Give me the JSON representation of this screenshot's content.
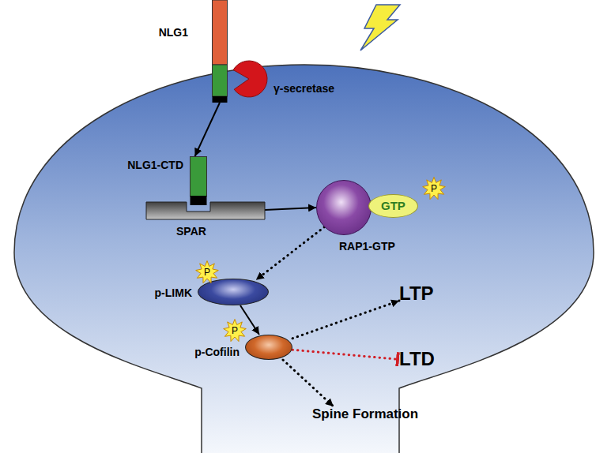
{
  "diagram": {
    "nodes": [
      {
        "text": [
          "NLG1"
        ]
      },
      {
        "text": [
          "γ-secretase"
        ]
      },
      {
        "text": [
          "NLG1-CTD"
        ]
      },
      {
        "text": [
          "SPAR"
        ]
      },
      {
        "text": [
          "RAP1-GTP"
        ]
      },
      {
        "text": [
          "GTP"
        ]
      },
      {
        "text": [
          "P"
        ]
      },
      {
        "text": [
          "P"
        ]
      },
      {
        "text": [
          "p-LIMK"
        ]
      },
      {
        "text": [
          "LTP"
        ]
      },
      {
        "text": [
          "P"
        ]
      },
      {
        "text": [
          "p-Cofilin"
        ]
      },
      {
        "text": [
          "LTD"
        ]
      },
      {
        "text": [
          "Spine Formation"
        ]
      }
    ],
    "edges": [
      {
        "from": 0,
        "to": 2,
        "arrow": "to"
      },
      {
        "from": 3,
        "to": 4,
        "arrow": "to"
      },
      {
        "from": 4,
        "to": 8,
        "arrow": "to"
      },
      {
        "from": 8,
        "to": 11,
        "arrow": "to"
      },
      {
        "from": 11,
        "to": 9,
        "arrow": "to"
      },
      {
        "from": 11,
        "to": 12,
        "arrow": "to"
      },
      {
        "from": 11,
        "to": 13,
        "arrow": "to"
      }
    ]
  }
}
